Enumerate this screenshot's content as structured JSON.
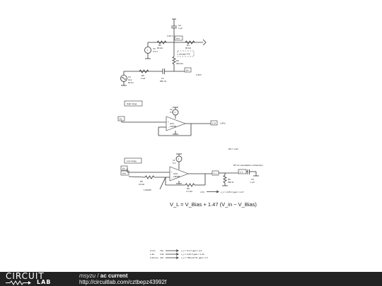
{
  "schematic": {
    "top": {
      "c2_name": "C2",
      "c2_value": "1 μF",
      "vref_net": "1.65 V",
      "vref_tag": "Vref",
      "r3_name": "R3",
      "r3_value": "90 kΩ",
      "r4_name": "R4",
      "r4_value": "90 kΩ",
      "v3_name": "V3",
      "v3_value": "3.3 V",
      "change_note": "change 470",
      "r2_name": "R2",
      "r2_value": "300 kΩ",
      "v4_name": "V4",
      "v4_line1": "sine",
      "v4_line2": "60 Hz",
      "r5_name": "R5",
      "r5_value": "1 kΩ",
      "c1_name": "C1",
      "c1_value": "680 nF",
      "vin_tag": "Vin",
      "vin_note": "1.8V±"
    },
    "high": {
      "range_label": "High range",
      "v2_name": "V2",
      "v2_value": "5 V",
      "vin_tag": "Vin",
      "opamp_name": "OA1",
      "opamp_part": "LM358",
      "out_tag": "V_H",
      "out_note": "1.8V±"
    },
    "low": {
      "ro_note": "R0 = 1 kΩ",
      "rc_note": "RC for cancellation of distortion",
      "range_label": "Low range",
      "v1_name": "V1",
      "v1_value": "5 V",
      "vin_tag": "Vin",
      "vref_tag": "Vref",
      "opamp_name": "OA2",
      "opamp_part": "LM358",
      "r0_name": "R0",
      "r0_value": "10 kΩ",
      "gain_net": "1.60225",
      "r6_name": "R6",
      "r6_value": "4.7 kΩ",
      "out_tag": "V_L",
      "r_name": "R0",
      "r_value": "390 Ω",
      "c3_name": "C3",
      "c3_value": "1 μF",
      "vout_tag": "V_L'",
      "note1": "4.7k",
      "note2": "v_c = 2.35 V gain = 1.47",
      "equation": "V_L = V_Bias + 1.47 (V_in − V_Bias)"
    },
    "legend": {
      "rows": [
        {
          "label": "Z rms",
          "value": "72k",
          "text": "v_c = 0.2 V gain = 2.3"
        },
        {
          "label": "1.3A",
          "value": "3.3k",
          "text": "v_c = 0.43 V gain = 1.33"
        },
        {
          "label": "0.15 rms",
          "value": "470",
          "text": "v_c = 750m=0.75, gain = 2.7"
        }
      ]
    }
  },
  "footer": {
    "logo_top": "CIRCUIT",
    "logo_bottom": "LAB",
    "user": "msyzu",
    "separator": " / ",
    "title": "ac current",
    "url": "http://circuitlab.com/cztbepz43992f"
  }
}
